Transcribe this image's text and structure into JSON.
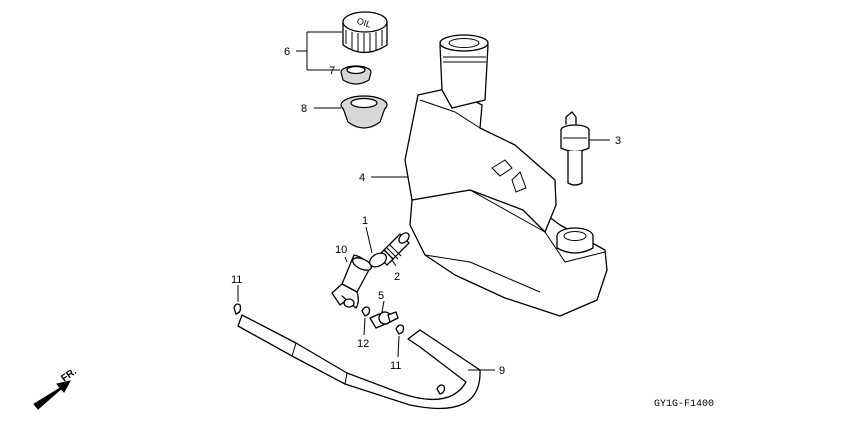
{
  "diagram": {
    "callouts": {
      "c1": "1",
      "c2": "2",
      "c3": "3",
      "c4": "4",
      "c5": "5",
      "c6": "6",
      "c7": "7",
      "c8": "8",
      "c9": "9",
      "c10": "10",
      "c11a": "11",
      "c11b": "11",
      "c12": "12"
    },
    "cap_text": "OIL",
    "direction_label": "FR.",
    "figure_code": "GY1G-F1400"
  }
}
